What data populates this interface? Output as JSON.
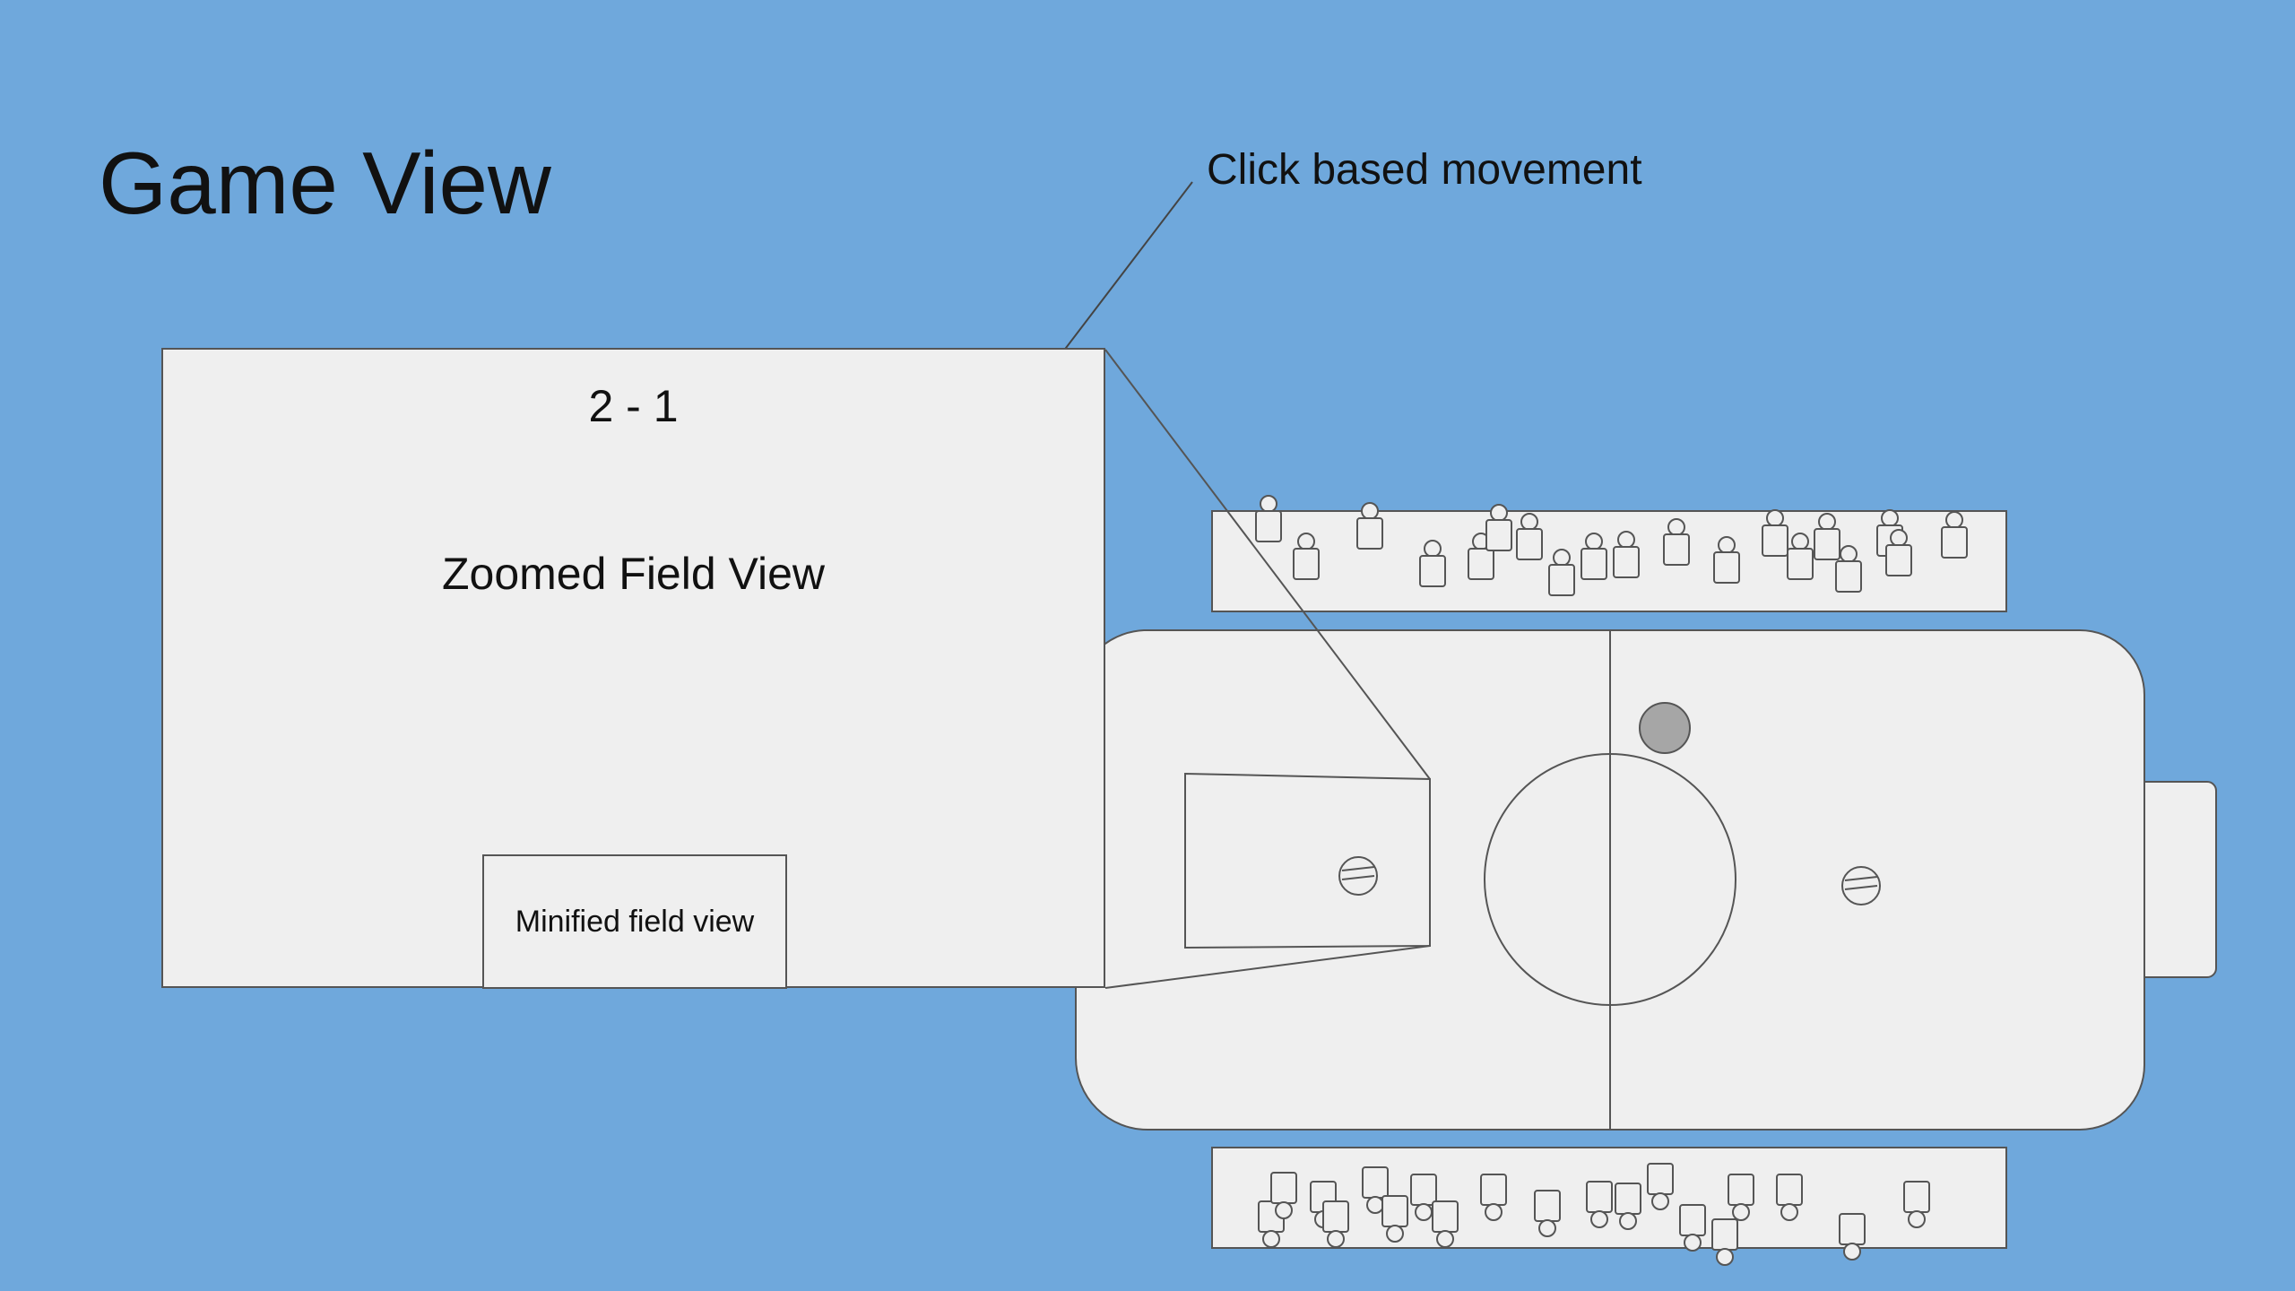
{
  "title": "Game View",
  "callout": {
    "label": "Click based movement"
  },
  "zoomed_view": {
    "score": "2 - 1",
    "label": "Zoomed Field View",
    "minimap_label": "Minified field view"
  },
  "colors": {
    "background": "#6fa8dc",
    "panel": "#efefef",
    "stroke": "#555555",
    "ball_marker": "#a6a6a6"
  },
  "icons": {
    "spectator": "person-outline-icon",
    "ball": "soccer-ball-icon",
    "marker": "gray-circle-marker"
  }
}
